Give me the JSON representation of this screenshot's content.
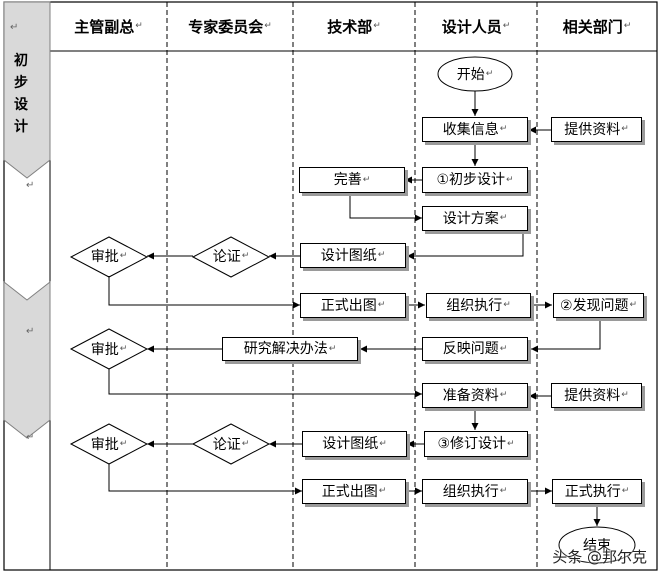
{
  "return_mark": "↵",
  "lanes": [
    {
      "label": "主管副总"
    },
    {
      "label": "专家委员会"
    },
    {
      "label": "技术部"
    },
    {
      "label": "设计人员"
    },
    {
      "label": "相关部门"
    }
  ],
  "phases": [
    {
      "label": "初步设计"
    },
    {
      "label": ""
    },
    {
      "label": ""
    }
  ],
  "nodes": {
    "start": "开始",
    "collect_info": "收集信息",
    "provide_data_1": "提供资料",
    "prelim_design": "①初步设计",
    "improve": "完善",
    "design_plan": "设计方案",
    "drawings_1": "设计图纸",
    "demonstrate_1": "论证",
    "approve_1": "审批",
    "issue_drawings_1": "正式出图",
    "org_execute_1": "组织执行",
    "find_problem": "②发现问题",
    "report_problem": "反映问题",
    "research_solution": "研究解决办法",
    "approve_2": "审批",
    "prepare_data": "准备资料",
    "provide_data_2": "提供资料",
    "revise_design": "③修订设计",
    "drawings_2": "设计图纸",
    "demonstrate_2": "论证",
    "approve_3": "审批",
    "issue_drawings_2": "正式出图",
    "org_execute_2": "组织执行",
    "formal_execute": "正式执行",
    "end": "结束"
  },
  "watermark": "头条 @邦尔克",
  "colors": {
    "shadow": "#9a9a9a",
    "phase_fill": "#d9d9d9",
    "line": "#000000"
  }
}
